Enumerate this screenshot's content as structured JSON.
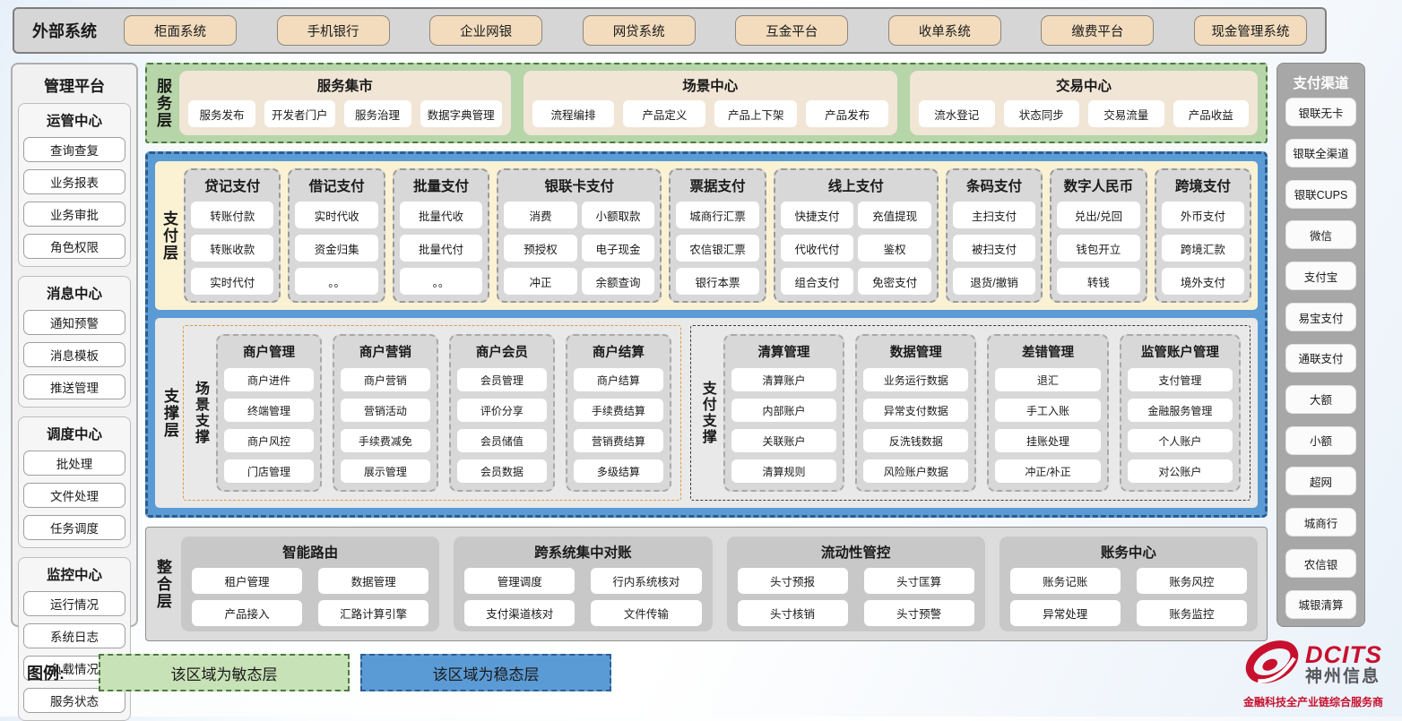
{
  "external_systems": {
    "label": "外部系统",
    "items": [
      "柜面系统",
      "手机银行",
      "企业网银",
      "网贷系统",
      "互金平台",
      "收单系统",
      "缴费平台",
      "现金管理系统"
    ]
  },
  "management_platform": {
    "title": "管理平台",
    "sections": [
      {
        "title": "运管中心",
        "items": [
          "查询查复",
          "业务报表",
          "业务审批",
          "角色权限"
        ]
      },
      {
        "title": "消息中心",
        "items": [
          "通知预警",
          "消息模板",
          "推送管理"
        ]
      },
      {
        "title": "调度中心",
        "items": [
          "批处理",
          "文件处理",
          "任务调度"
        ]
      },
      {
        "title": "监控中心",
        "items": [
          "运行情况",
          "系统日志",
          "负载情况",
          "服务状态"
        ]
      }
    ]
  },
  "service_layer": {
    "label": "服务层",
    "groups": [
      {
        "title": "服务集市",
        "items": [
          "服务发布",
          "开发者门户",
          "服务治理",
          "数据字典管理"
        ]
      },
      {
        "title": "场景中心",
        "items": [
          "流程编排",
          "产品定义",
          "产品上下架",
          "产品发布"
        ]
      },
      {
        "title": "交易中心",
        "items": [
          "流水登记",
          "状态同步",
          "交易流量",
          "产品收益"
        ]
      }
    ]
  },
  "payment_layer": {
    "label": "支付层",
    "columns": [
      {
        "title": "贷记支付",
        "wide": false,
        "items": [
          "转账付款",
          "转账收款",
          "实时代付"
        ]
      },
      {
        "title": "借记支付",
        "wide": false,
        "items": [
          "实时代收",
          "资金归集",
          "。。"
        ]
      },
      {
        "title": "批量支付",
        "wide": false,
        "items": [
          "批量代收",
          "批量代付",
          "。。"
        ]
      },
      {
        "title": "银联卡支付",
        "wide": true,
        "rows": [
          [
            "消费",
            "小额取款"
          ],
          [
            "预授权",
            "电子现金"
          ],
          [
            "冲正",
            "余额查询"
          ]
        ]
      },
      {
        "title": "票据支付",
        "wide": false,
        "items": [
          "城商行汇票",
          "农信银汇票",
          "银行本票"
        ]
      },
      {
        "title": "线上支付",
        "wide": true,
        "rows": [
          [
            "快捷支付",
            "充值提现"
          ],
          [
            "代收代付",
            "鉴权"
          ],
          [
            "组合支付",
            "免密支付"
          ]
        ]
      },
      {
        "title": "条码支付",
        "wide": false,
        "items": [
          "主扫支付",
          "被扫支付",
          "退货/撤销"
        ]
      },
      {
        "title": "数字人民币",
        "wide": false,
        "items": [
          "兑出/兑回",
          "钱包开立",
          "转钱"
        ]
      },
      {
        "title": "跨境支付",
        "wide": false,
        "items": [
          "外币支付",
          "跨境汇款",
          "境外支付"
        ]
      }
    ]
  },
  "support_layer": {
    "label": "支撑层",
    "groups": [
      {
        "label": "场景支撑",
        "style": "scene",
        "columns": [
          {
            "title": "商户管理",
            "items": [
              "商户进件",
              "终端管理",
              "商户风控",
              "门店管理"
            ]
          },
          {
            "title": "商户营销",
            "items": [
              "商户营销",
              "营销活动",
              "手续费减免",
              "展示管理"
            ]
          },
          {
            "title": "商户会员",
            "items": [
              "会员管理",
              "评价分享",
              "会员储值",
              "会员数据"
            ]
          },
          {
            "title": "商户结算",
            "items": [
              "商户结算",
              "手续费结算",
              "营销费结算",
              "多级结算"
            ]
          }
        ]
      },
      {
        "label": "支付支撑",
        "style": "pay",
        "columns": [
          {
            "title": "清算管理",
            "items": [
              "清算账户",
              "内部账户",
              "关联账户",
              "清算规则"
            ]
          },
          {
            "title": "数据管理",
            "items": [
              "业务运行数据",
              "异常支付数据",
              "反洗钱数据",
              "风险账户数据"
            ]
          },
          {
            "title": "差错管理",
            "items": [
              "退汇",
              "手工入账",
              "挂账处理",
              "冲正/补正"
            ]
          },
          {
            "title": "监管账户管理",
            "items": [
              "支付管理",
              "金融服务管理",
              "个人账户",
              "对公账户"
            ]
          }
        ]
      }
    ]
  },
  "integration_layer": {
    "label": "整合层",
    "sections": [
      {
        "title": "智能路由",
        "rows": [
          [
            "租户管理",
            "数据管理"
          ],
          [
            "产品接入",
            "汇路计算引擎"
          ]
        ]
      },
      {
        "title": "跨系统集中对账",
        "rows": [
          [
            "管理调度",
            "行内系统核对"
          ],
          [
            "支付渠道核对",
            "文件传输"
          ]
        ]
      },
      {
        "title": "流动性管控",
        "rows": [
          [
            "头寸预报",
            "头寸匡算"
          ],
          [
            "头寸核销",
            "头寸预警"
          ]
        ]
      },
      {
        "title": "账务中心",
        "rows": [
          [
            "账务记账",
            "账务风控"
          ],
          [
            "异常处理",
            "账务监控"
          ]
        ]
      }
    ]
  },
  "payment_channels": {
    "title": "支付渠道",
    "items": [
      "银联无卡",
      "银联全渠道",
      "银联CUPS",
      "微信",
      "支付宝",
      "易宝支付",
      "通联支付",
      "大额",
      "小额",
      "超网",
      "城商行",
      "农信银",
      "城银清算"
    ]
  },
  "legend": {
    "label": "图例:",
    "agile_label": "该区域为敏态层",
    "stable_label": "该区域为稳态层"
  },
  "logo": {
    "brand": "DCITS",
    "company": "神州信息",
    "tagline": "金融科技全产业链综合服务商"
  },
  "colors": {
    "agile_green": "#b6d5a8",
    "stable_blue": "#5b9bd5",
    "payment_cream": "#fbf2d4",
    "panel_gray": "#d8d8d8",
    "external_tan": "#f2dcbd",
    "brand_red": "#c8102e"
  }
}
